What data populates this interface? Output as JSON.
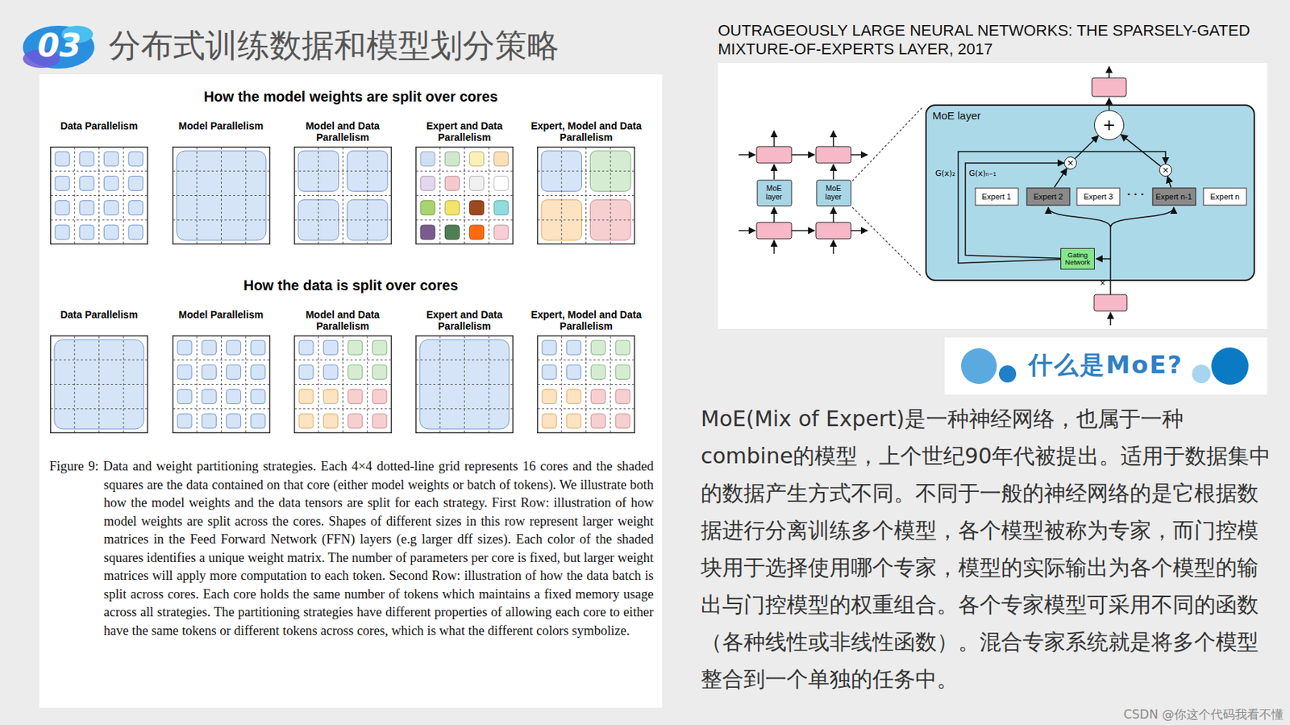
{
  "diagram": {
    "title": "分布式训练数据和模型划分策略",
    "caption": "Figure 9: Data and weight partitioning strategies. Each 4×4 dotted-line grid represents 16 cores and the shaded squares are the data contained on that core (either model weights or batch of tokens). We illustrate both how the model weights and the data tensors are split for each strategy. First Row: illustration of how model weights are split across the cores. Shapes of different sizes in this row represent larger weight matrices in the Feed Forward Network (FFN) layers (e.g larger dff sizes). Each color of the shaded squares identifies a unique weight matrix. The number of parameters per core is fixed, but larger weight matrices will apply more computation to each token. Second Row: illustration of how the data batch is split across cores. Each core holds the same number of tokens which maintains a fixed memory usage across all strategies. The partitioning strategies have different properties of allowing each core to either have the same tokens or different tokens across cores, which is what the different colors symbolize.",
    "nodes": [
      {
        "text": [
          "Data Parallelism"
        ]
      },
      {
        "text": [
          "Model Parallelism"
        ]
      },
      {
        "text": [
          "Model and Data Parallelism"
        ]
      },
      {
        "text": [
          "Expert and Data Parallelism"
        ]
      },
      {
        "text": [
          "Expert, Model and Data Parallelism"
        ]
      },
      {
        "text": [
          "Data Parallelism"
        ]
      },
      {
        "text": [
          "Model Parallelism"
        ]
      },
      {
        "text": [
          "Model and Data Parallelism"
        ]
      },
      {
        "text": [
          "Expert and Data Parallelism"
        ]
      },
      {
        "text": [
          "Expert, Model and Data Parallelism"
        ]
      },
      {
        "text": [
          "MoE layer"
        ]
      },
      {
        "text": [
          "MoE layer"
        ]
      },
      {
        "text": [
          "MoE layer"
        ]
      },
      {
        "text": [
          "+"
        ],
        "in": 12
      },
      {
        "text": [
          "×"
        ],
        "in": 12
      },
      {
        "text": [
          "×"
        ],
        "in": 12
      },
      {
        "text": [
          "Expert 1"
        ],
        "in": 12
      },
      {
        "text": [
          "Expert 2"
        ],
        "in": 12
      },
      {
        "text": [
          "Expert 3"
        ],
        "in": 12
      },
      {
        "text": [
          "Expert n-1"
        ],
        "in": 12
      },
      {
        "text": [
          "Expert n"
        ],
        "in": 12
      },
      {
        "text": [
          "Gating Network"
        ],
        "in": 12
      }
    ],
    "edges": [
      {
        "from": 17,
        "to": 14,
        "arrow": "to"
      },
      {
        "from": 19,
        "to": 15,
        "arrow": "to"
      },
      {
        "from": 21,
        "to": 14,
        "arrow": "to"
      },
      {
        "from": 21,
        "to": 15,
        "arrow": "to"
      },
      {
        "from": 14,
        "to": 13,
        "arrow": "to"
      },
      {
        "from": 15,
        "to": 13,
        "arrow": "to"
      }
    ],
    "labels": [
      "03",
      "How the model weights are split over cores",
      "How the data is split over cores",
      "OUTRAGEOUSLY LARGE NEURAL NETWORKS: THE SPARSELY-GATED MIXTURE-OF-EXPERTS LAYER, 2017",
      "G(x)₂",
      "G(x)ₙ₋₁",
      "· · ·",
      "×",
      "什么是MoE?",
      "MoE(Mix of Expert)是一种神经网络，也属于一种combine的模型，上个世纪90年代被提出。适用于数据集中的数据产生方式不同。不同于一般的神经网络的是它根据数据进行分离训练多个模型，各个模型被称为专家，而门控模块用于选择使用哪个专家，模型的实际输出为各个模型的输出与门控模型的权重组合。各个专家模型可采用不同的函数（各种线性或非线性函数）。混合专家系统就是将多个模型整合到一个单独的任务中。",
      "CSDN @你这个代码我看不懂"
    ]
  }
}
